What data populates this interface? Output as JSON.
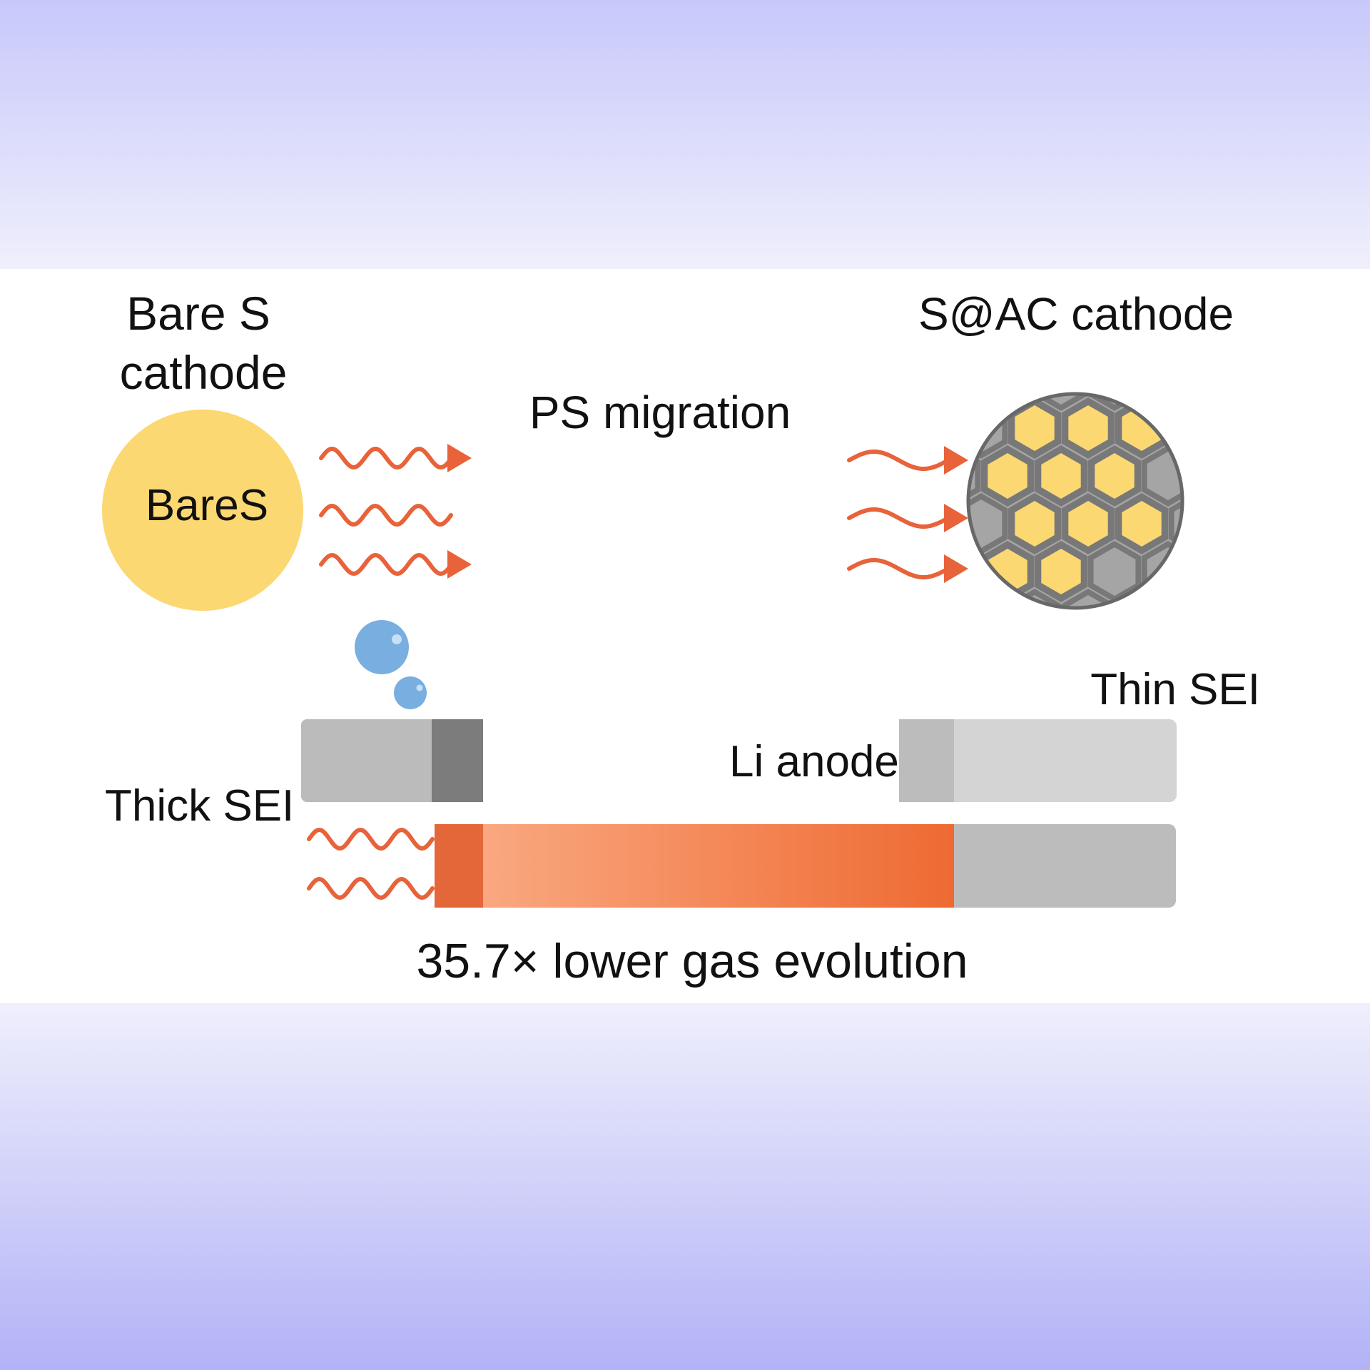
{
  "labels": {
    "bare_s_line1": "Bare S",
    "bare_s_line2": "cathode",
    "bare_s_particle": "BareS",
    "ps_migration": "PS migration",
    "sac_cathode": "S@AC cathode",
    "thin_sei": "Thin SEI",
    "thick_sei": "Thick SEI",
    "li_anode": "Li anode",
    "gas_evolution": "35.7× lower gas evolution"
  },
  "colors": {
    "sulfur": "#fcd872",
    "arrow": "#e8623a",
    "bubble": "#79aee0",
    "carbon": "#a5a5a5",
    "carbon_wall": "#787878"
  }
}
